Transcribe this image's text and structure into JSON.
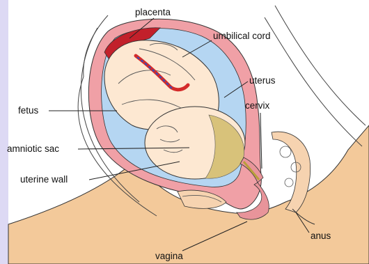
{
  "labels": {
    "placenta": "placenta",
    "umbilical_cord": "umbilical cord",
    "uterus": "uterus",
    "fetus": "fetus",
    "cervix": "cervix",
    "amniotic_sac": "amniotic sac",
    "uterine_wall": "uterine wall",
    "anus": "anus",
    "vagina": "vagina"
  },
  "colors": {
    "skin": "#f3c99a",
    "uterus_wall": "#f0a0a6",
    "amniotic_fluid": "#b5d6f2",
    "fetus": "#fde8d2",
    "placenta": "#c2202b",
    "cord_vessel_red": "#d42a2a",
    "cord_vessel_blue": "#3050c0",
    "hair": "#d8c27a",
    "vaginal_tissue": "#e8949a",
    "lavender_edge": "#ddd9f4"
  }
}
